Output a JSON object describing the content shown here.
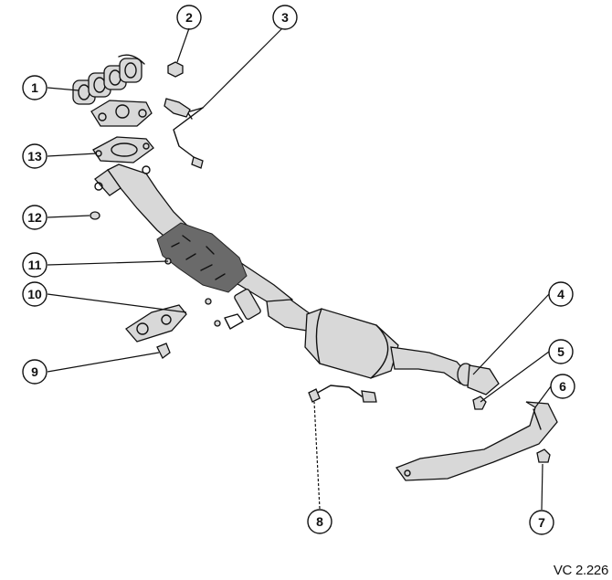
{
  "callouts": [
    {
      "id": "1",
      "label": "1"
    },
    {
      "id": "2",
      "label": "2"
    },
    {
      "id": "3",
      "label": "3"
    },
    {
      "id": "4",
      "label": "4"
    },
    {
      "id": "5",
      "label": "5"
    },
    {
      "id": "6",
      "label": "6"
    },
    {
      "id": "7",
      "label": "7"
    },
    {
      "id": "8",
      "label": "8"
    },
    {
      "id": "9",
      "label": "9"
    },
    {
      "id": "10",
      "label": "10"
    },
    {
      "id": "11",
      "label": "11"
    },
    {
      "id": "12",
      "label": "12"
    },
    {
      "id": "13",
      "label": "13"
    }
  ],
  "reference_code": "VC 2.226"
}
